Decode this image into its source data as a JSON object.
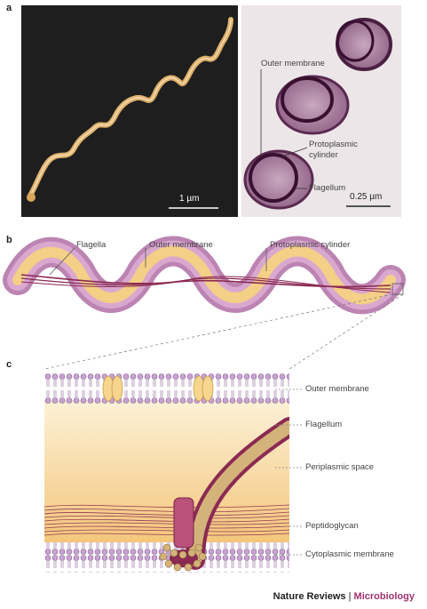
{
  "panels": {
    "a": {
      "letter": "a",
      "left_scale": "1 µm",
      "right_scale": "0.25 µm",
      "labels": {
        "outer_membrane": "Outer membrane",
        "protoplasmic_cylinder": "Protoplasmic\ncylinder",
        "flagellum": "Flagellum"
      }
    },
    "b": {
      "letter": "b",
      "labels": {
        "flagella": "Flagella",
        "outer_membrane": "Outer membrane",
        "protoplasmic_cylinder": "Protoplasmic cylinder"
      }
    },
    "c": {
      "letter": "c",
      "labels": {
        "outer_membrane": "Outer membrane",
        "flagellum": "Flagellum",
        "periplasmic_space": "Periplasmic space",
        "peptidoglycan": "Peptidoglycan",
        "cytoplasmic_membrane": "Cytoplasmic membrane"
      }
    }
  },
  "footer": {
    "publisher": "Nature Reviews",
    "separator": " | ",
    "journal": "Microbiology"
  },
  "colors": {
    "membrane_purple": "#b06fa6",
    "cylinder_yellow": "#f4cf86",
    "flagellum_dark": "#8b2a52",
    "periplasm_top": "#fde9c3",
    "periplasm_bottom": "#f3c67a"
  }
}
